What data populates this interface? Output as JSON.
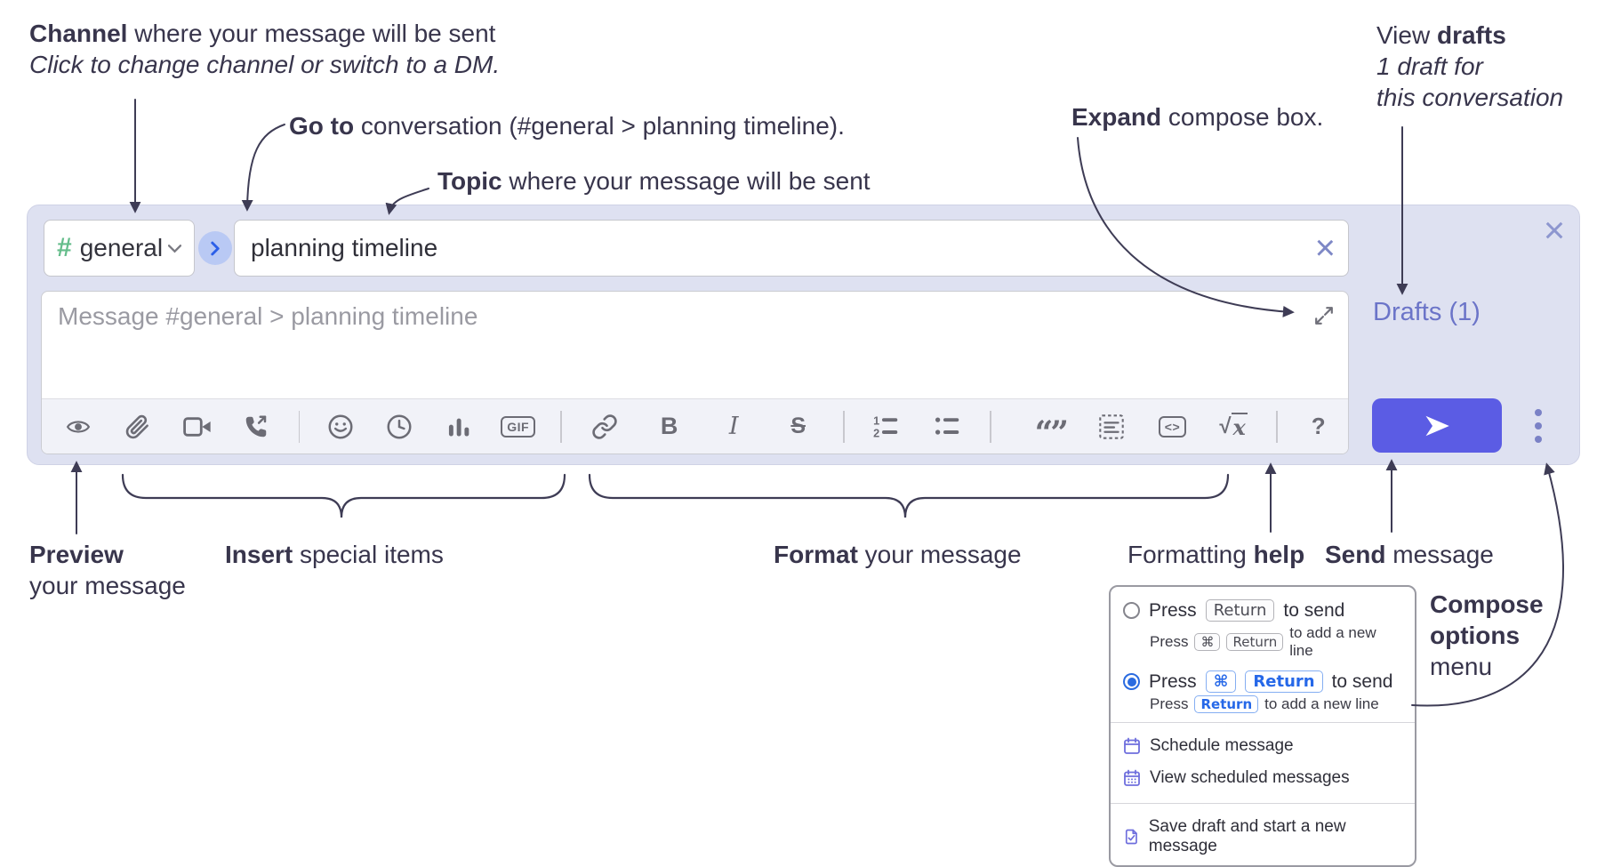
{
  "annotations": {
    "channel": {
      "bold": "Channel",
      "rest": " where your message will be sent",
      "line2": "Click to change channel or switch to a DM."
    },
    "go_to": {
      "bold": "Go to",
      "rest": " conversation (#general > planning timeline)."
    },
    "topic": {
      "bold": "Topic",
      "rest": " where your message will be sent"
    },
    "expand": {
      "bold": "Expand",
      "rest": " compose box."
    },
    "view_drafts": {
      "pre": "View ",
      "bold": "drafts",
      "line2": "1 draft for",
      "line3": "this conversation"
    },
    "preview": {
      "bold": "Preview",
      "line2": "your message"
    },
    "insert": {
      "bold": "Insert",
      "rest": " special items"
    },
    "format": {
      "bold": "Format",
      "rest": " your message"
    },
    "formatting_help": {
      "pre": "Formatting ",
      "bold": "help"
    },
    "send": {
      "bold": "Send",
      "rest": " message"
    },
    "compose_options": {
      "line1": "Compose",
      "line2": "options",
      "line3": "menu"
    }
  },
  "compose": {
    "channel": {
      "hash": "#",
      "name": "general"
    },
    "topic": {
      "value": "planning timeline",
      "clear": "×"
    },
    "message": {
      "placeholder": "Message #general > planning timeline"
    },
    "drafts_link": "Drafts (1)",
    "close": "×",
    "toolbar": {
      "gif": "GIF",
      "bold": "B",
      "italic": "I",
      "strike": "S",
      "quote": "“”",
      "code": "<>",
      "math_sqrt": "√",
      "math_x": "x",
      "help": "?",
      "list_num_1": "1",
      "list_num_2": "2"
    }
  },
  "options_menu": {
    "enter_sends": {
      "press": "Press",
      "key": "Return",
      "suffix": "to send",
      "sub_press": "Press",
      "sub_key1": "⌘",
      "sub_key2": "Return",
      "sub_suffix": "to add a new line"
    },
    "cmd_sends": {
      "press": "Press",
      "key1": "⌘",
      "key2": "Return",
      "suffix": "to send",
      "sub_press": "Press",
      "sub_key": "Return",
      "sub_suffix": "to add a new line"
    },
    "items": [
      {
        "label": "Schedule message"
      },
      {
        "label": "View scheduled messages"
      },
      {
        "label": "Save draft and start a new message"
      }
    ]
  },
  "colors": {
    "compose_bg": "#dee1f1",
    "send_button": "#5b5ce4",
    "drafts_link": "#6b74c8",
    "hash_green": "#65bd8b",
    "goto_blue": "#2c5fe8",
    "goto_bg": "#b9c9f4",
    "radio_selected": "#2a6be0",
    "menu_icon_purple": "#6e6edd",
    "icon_gray": "#6c6c75",
    "annotation_ink": "#38354c"
  }
}
